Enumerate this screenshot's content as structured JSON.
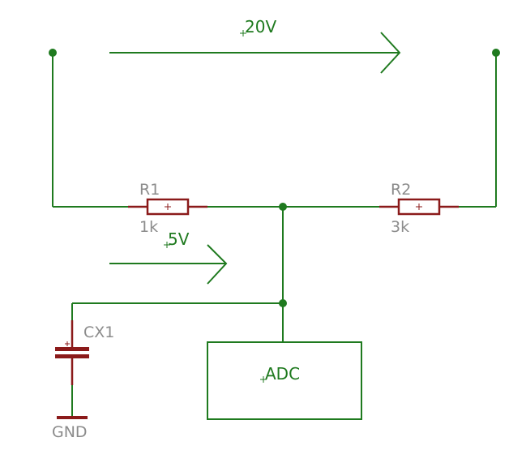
{
  "voltages": {
    "top": "20V",
    "middle": "5V"
  },
  "components": {
    "r1": {
      "ref": "R1",
      "value": "1k"
    },
    "r2": {
      "ref": "R2",
      "value": "3k"
    },
    "capacitor": {
      "ref": "CX1"
    },
    "ground": {
      "label": "GND"
    },
    "adc": {
      "label": "ADC"
    }
  },
  "colors": {
    "wire": "#1f7a1f",
    "component": "#8b1a1a",
    "component_label": "#8c8c8c",
    "background": "#ffffff"
  }
}
